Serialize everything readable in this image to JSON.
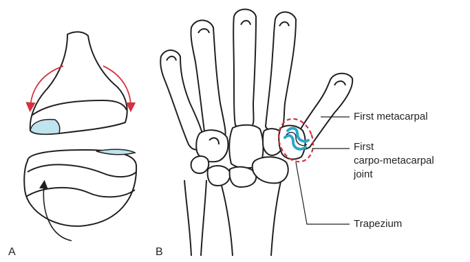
{
  "panels": {
    "a": "A",
    "b": "B"
  },
  "labels": {
    "first_metacarpal": "First metacarpal",
    "cmc_joint_line1": "First",
    "cmc_joint_line2": "carpo-metacarpal",
    "cmc_joint_line3": "joint",
    "trapezium": "Trapezium"
  },
  "colors": {
    "outline": "#231f20",
    "articular_surface": "#bfe3ef",
    "joint_line": "#2aa7c9",
    "rotation_arrow": "#d3323e",
    "highlight_ring": "#d3323e"
  }
}
